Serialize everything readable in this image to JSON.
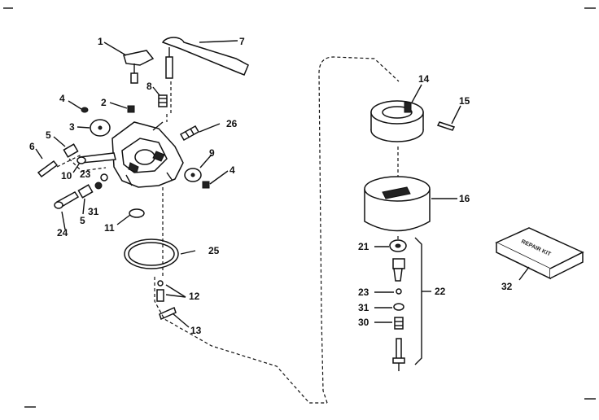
{
  "callouts": {
    "c1": "1",
    "c2": "2",
    "c3": "3",
    "c4a": "4",
    "c4b": "4",
    "c5a": "5",
    "c5b": "5",
    "c6": "6",
    "c7": "7",
    "c8": "8",
    "c9": "9",
    "c10": "10",
    "c11": "11",
    "c12": "12",
    "c13": "13",
    "c14": "14",
    "c15": "15",
    "c16": "16",
    "c21": "21",
    "c22": "22",
    "c23a": "23",
    "c23b": "23",
    "c24": "24",
    "c25": "25",
    "c26": "26",
    "c30": "30",
    "c31a": "31",
    "c31b": "31",
    "c32": "32"
  },
  "repair_kit_label": "REPAIR KIT"
}
